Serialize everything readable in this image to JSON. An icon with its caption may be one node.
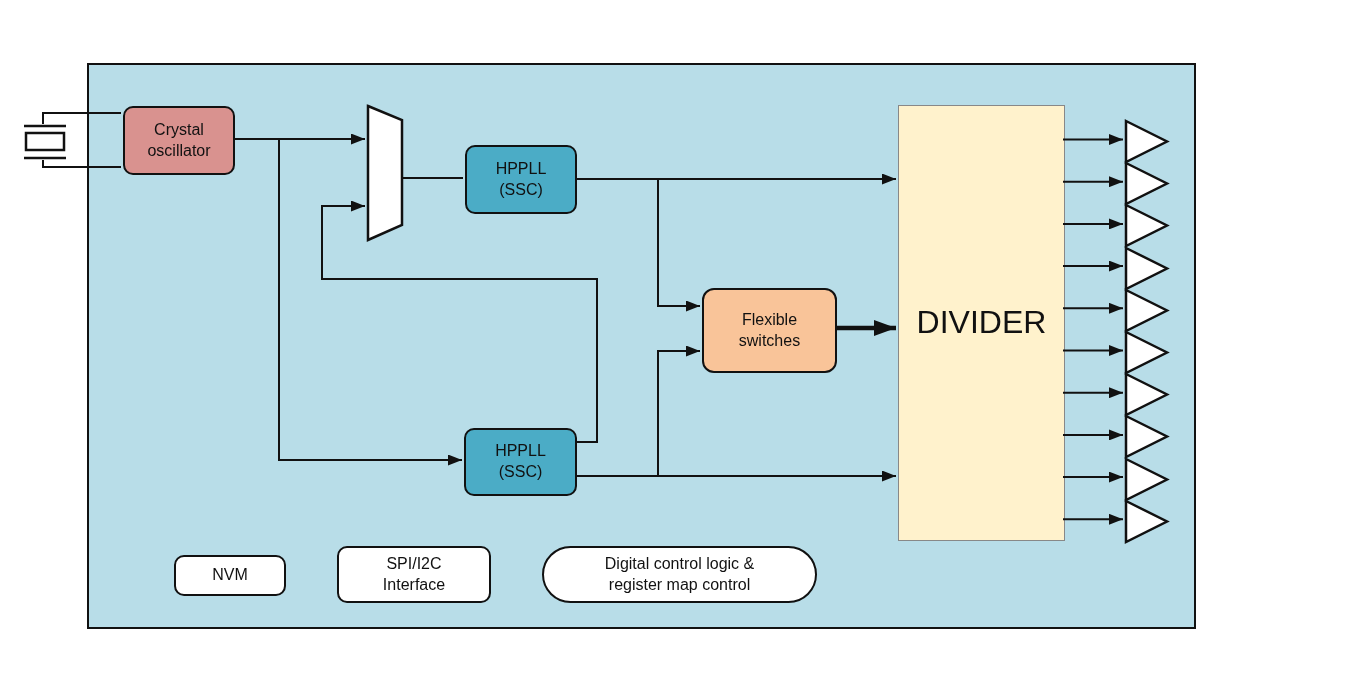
{
  "diagram": {
    "nodes": [
      {
        "text": [],
        "shape": "box"
      },
      {
        "text": [],
        "shape": "crystal"
      },
      {
        "text": [
          "Crystal oscillator"
        ],
        "in": 0
      },
      {
        "text": [],
        "shape": "trapezoid",
        "in": 0
      },
      {
        "text": [
          "HPPLL (SSC)"
        ],
        "in": 0
      },
      {
        "text": [
          "HPPLL (SSC)"
        ],
        "in": 0
      },
      {
        "text": [
          "Flexible switches"
        ],
        "in": 0
      },
      {
        "text": [
          "DIVIDER"
        ],
        "in": 0
      },
      {
        "text": [],
        "shape": "triangle",
        "in": 0
      },
      {
        "text": [],
        "shape": "triangle",
        "in": 0
      },
      {
        "text": [],
        "shape": "triangle",
        "in": 0
      },
      {
        "text": [],
        "shape": "triangle",
        "in": 0
      },
      {
        "text": [],
        "shape": "triangle",
        "in": 0
      },
      {
        "text": [],
        "shape": "triangle",
        "in": 0
      },
      {
        "text": [],
        "shape": "triangle",
        "in": 0
      },
      {
        "text": [],
        "shape": "triangle",
        "in": 0
      },
      {
        "text": [],
        "shape": "triangle",
        "in": 0
      },
      {
        "text": [],
        "shape": "triangle",
        "in": 0
      },
      {
        "text": [
          "NVM"
        ],
        "in": 0
      },
      {
        "text": [
          "SPI/I2C Interface"
        ],
        "in": 0
      },
      {
        "text": [
          "Digital control logic & register map control"
        ],
        "in": 0
      }
    ],
    "edges": [
      {
        "from": 1,
        "to": 2,
        "arrow": "none"
      },
      {
        "from": 1,
        "to": 2,
        "arrow": "none"
      },
      {
        "from": 2,
        "to": 3,
        "arrow": "to"
      },
      {
        "from": 2,
        "to": 5,
        "arrow": "to"
      },
      {
        "from": 3,
        "to": 4,
        "arrow": "none"
      },
      {
        "from": 5,
        "to": 3,
        "arrow": "to"
      },
      {
        "from": 4,
        "to": 7,
        "arrow": "to"
      },
      {
        "from": 4,
        "to": 6,
        "arrow": "to"
      },
      {
        "from": 5,
        "to": 6,
        "arrow": "to"
      },
      {
        "from": 5,
        "to": 7,
        "arrow": "to"
      },
      {
        "from": 6,
        "to": 7,
        "arrow": "to",
        "style": "thick"
      },
      {
        "from": 7,
        "to": 8,
        "arrow": "to"
      },
      {
        "from": 7,
        "to": 9,
        "arrow": "to"
      },
      {
        "from": 7,
        "to": 10,
        "arrow": "to"
      },
      {
        "from": 7,
        "to": 11,
        "arrow": "to"
      },
      {
        "from": 7,
        "to": 12,
        "arrow": "to"
      },
      {
        "from": 7,
        "to": 13,
        "arrow": "to"
      },
      {
        "from": 7,
        "to": 14,
        "arrow": "to"
      },
      {
        "from": 7,
        "to": 15,
        "arrow": "to"
      },
      {
        "from": 7,
        "to": 16,
        "arrow": "to"
      },
      {
        "from": 7,
        "to": 17,
        "arrow": "to"
      }
    ]
  }
}
